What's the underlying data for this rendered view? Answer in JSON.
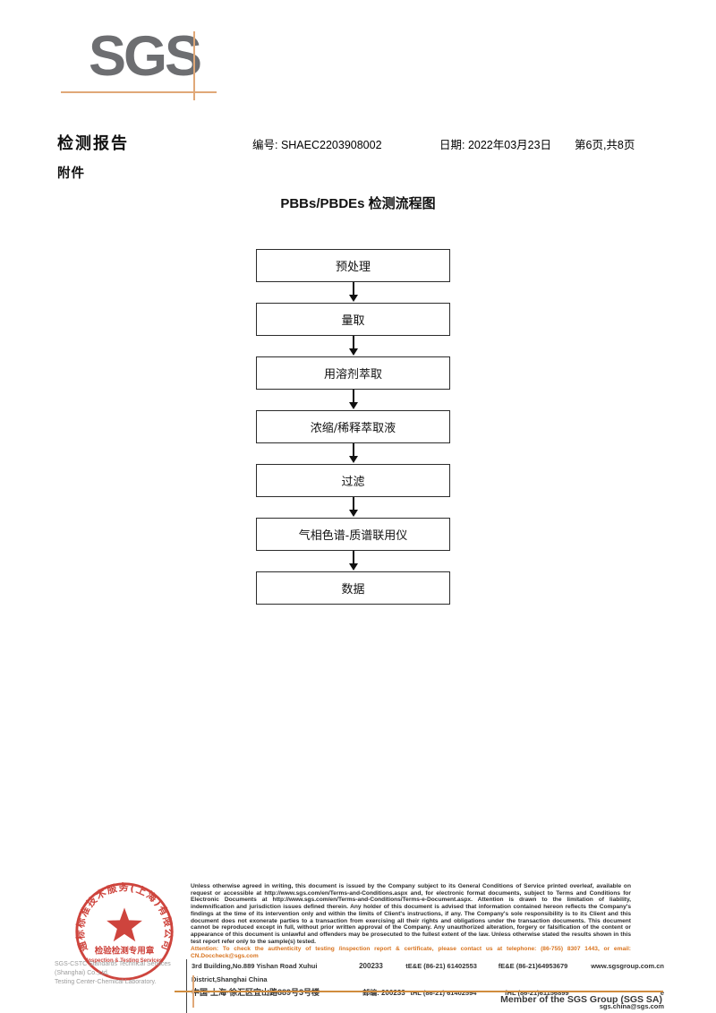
{
  "logo": {
    "text": "SGS"
  },
  "header": {
    "report_title": "检测报告",
    "report_no": "编号: SHAEC2203908002",
    "date": "日期: 2022年03月23日",
    "page_no": "第6页,共8页",
    "attachment": "附件"
  },
  "flowchart": {
    "title": "PBBs/PBDEs 检测流程图",
    "steps": [
      "预处理",
      "量取",
      "用溶剂萃取",
      "浓缩/稀释萃取液",
      "过滤",
      "气相色谱-质谱联用仪",
      "数据"
    ]
  },
  "stamp": {
    "ring_text": "通标标准技术服务(上海)有限公司",
    "line1": "检验检测专用章",
    "line2": "Inspection & Testing Services",
    "color": "#cc2b2b"
  },
  "company": {
    "line1": "SGS-CSTC Standards Technical Services (Shanghai) Co.,Ltd.",
    "line2": "Testing Center-Chemical Laboratory."
  },
  "footer": {
    "legal": "Unless otherwise agreed in writing, this document is issued by the Company subject to its General Conditions of Service printed overleaf, available on request or accessible at http://www.sgs.com/en/Terms-and-Conditions.aspx and, for electronic format documents, subject to Terms and Conditions for Electronic Documents at http://www.sgs.com/en/Terms-and-Conditions/Terms-e-Document.aspx. Attention is drawn to the limitation of liability, indemnification and jurisdiction issues defined therein. Any holder of this document is advised that information contained hereon reflects the Company's findings at the time of its intervention only and within the limits of Client's instructions, if any. The Company's sole responsibility is to its Client and this document does not exonerate parties to a transaction from exercising all their rights and obligations under the transaction documents. This document cannot be reproduced except in full, without prior written approval of the Company. Any unauthorized alteration, forgery or falsification of the content or appearance of this document is unlawful and offenders may be prosecuted to the fullest extent of the law. Unless otherwise stated the results shown in this test report refer only to the sample(s) tested.",
    "attention": "Attention: To check the authenticity of testing /inspection report & certificate, please contact us at telephone: (86-755) 8307 1443, or email: CN.Doccheck@sgs.com",
    "address_en": "3rd Building,No.889 Yishan Road Xuhui District,Shanghai China",
    "postcode_en": "200233",
    "tel_en": "tE&E (86-21) 61402553",
    "fax_en": "fE&E (86-21)64953679",
    "web": "www.sgsgroup.com.cn",
    "address_cn": "中国·上海·徐汇区宜山路889号3号楼",
    "postcode_cn": "邮编: 200233",
    "tel_cn": "tHL (86-21) 61402594",
    "fax_cn": "fHL (86-21)61156899",
    "email": "e  sgs.china@sgs.com",
    "member": "Member of the SGS Group (SGS SA)"
  }
}
